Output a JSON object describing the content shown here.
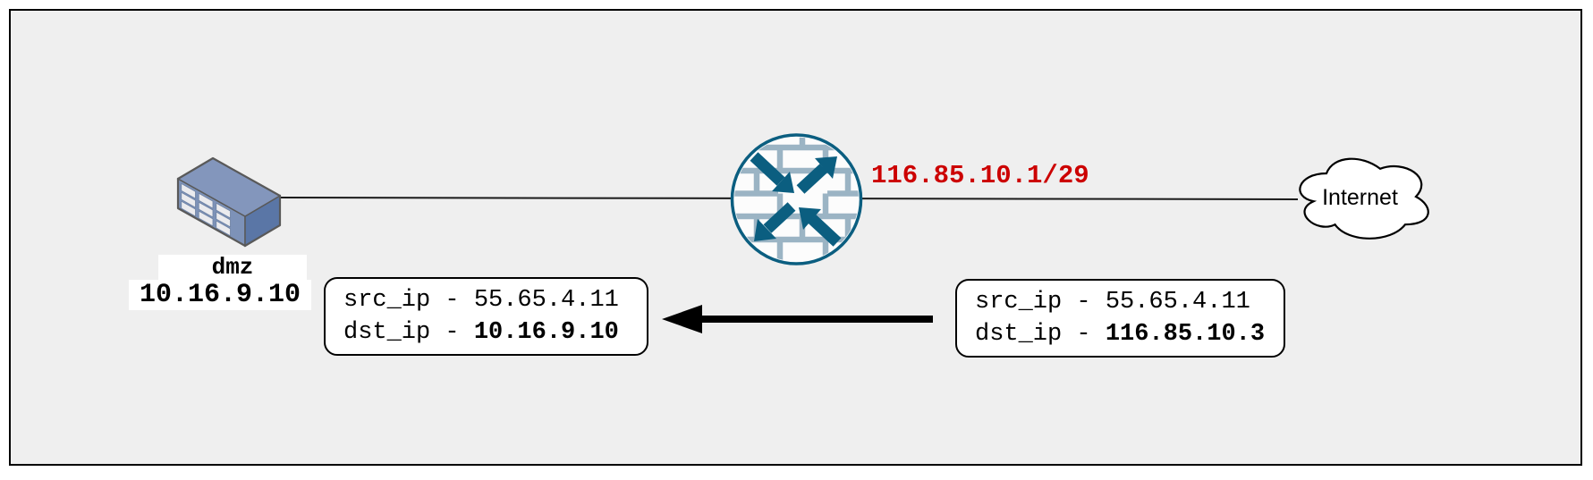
{
  "colors": {
    "canvas-bg": "#efefef",
    "frame-border": "#000000",
    "line": "#1a1a1a",
    "red-accent": "#cc0000",
    "firewall-teal": "#0b5e80",
    "firewall-fill": "#fcfcfc",
    "brick": "#9bb4c4",
    "cloud-fill": "#ffffff",
    "server-top": "#8396bc",
    "server-front": "#7d92b8",
    "server-side": "#5a76a6",
    "server-panel": "#ebebee",
    "server-outline": "#595959",
    "box-bg": "#ffffff",
    "box-border": "#000000",
    "text": "#000000"
  },
  "diagram": {
    "server": {
      "icon": "server-icon",
      "name": "dmz",
      "ip": "10.16.9.10"
    },
    "firewall": {
      "icon": "firewall-icon",
      "outside_ip": "116.85.10.1/29"
    },
    "internet": {
      "icon": "cloud-icon",
      "label": "Internet"
    },
    "packet_outside": {
      "src_line": "src_ip - 55.65.4.11",
      "dst_prefix": "dst_ip - ",
      "dst_ip": "116.85.10.3"
    },
    "packet_translated": {
      "src_line": "src_ip - 55.65.4.11",
      "dst_prefix": "dst_ip - ",
      "dst_ip": "10.16.9.10"
    }
  }
}
